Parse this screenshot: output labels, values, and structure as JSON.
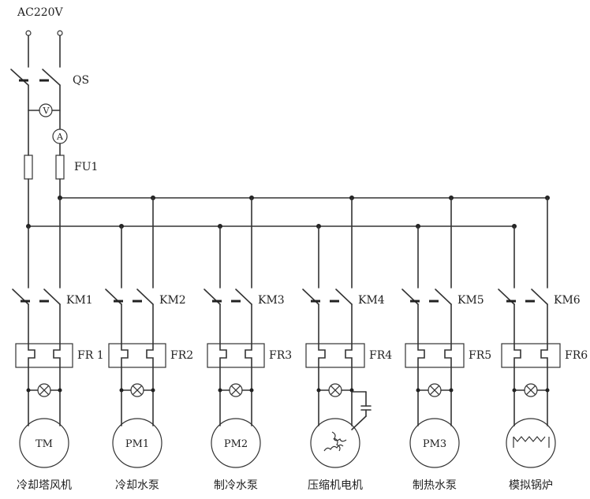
{
  "supply": {
    "label": "AC220V"
  },
  "main_switch": {
    "label": "QS"
  },
  "voltmeter": {
    "label": "V"
  },
  "ammeter": {
    "label": "A"
  },
  "fuse": {
    "label": "FU1"
  },
  "branches": [
    {
      "contactor": "KM1",
      "relay": "FR 1",
      "load": "TM",
      "load_type": "motor",
      "caption": "冷却塔风机"
    },
    {
      "contactor": "KM2",
      "relay": "FR2",
      "load": "PM1",
      "load_type": "motor",
      "caption": "冷却水泵"
    },
    {
      "contactor": "KM3",
      "relay": "FR3",
      "load": "PM2",
      "load_type": "motor",
      "caption": "制冷水泵"
    },
    {
      "contactor": "KM4",
      "relay": "FR4",
      "load": "",
      "load_type": "compressor",
      "caption": "压缩机电机"
    },
    {
      "contactor": "KM5",
      "relay": "FR5",
      "load": "PM3",
      "load_type": "motor",
      "caption": "制热水泵"
    },
    {
      "contactor": "KM6",
      "relay": "FR6",
      "load": "",
      "load_type": "heater",
      "caption": "模拟锅炉"
    }
  ]
}
